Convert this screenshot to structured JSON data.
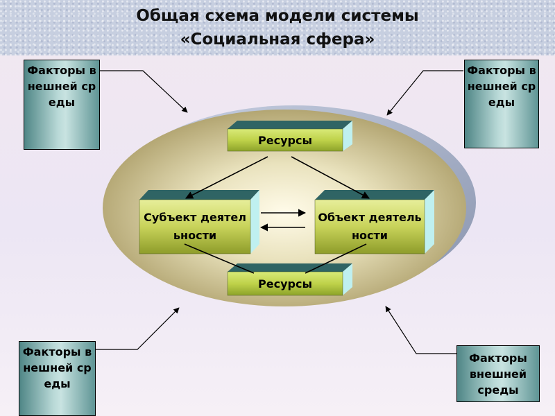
{
  "title": {
    "line1": "Общая схема модели системы",
    "line2": "«Социальная сфера»"
  },
  "factors": {
    "top_left": "Факторы внешней среды",
    "top_right": "Факторы внешней среды",
    "bottom_left": "Факторы внешней среды",
    "bottom_right": "Факторы внешней среды"
  },
  "nodes": {
    "resources_top": "Ресурсы",
    "resources_bottom": "Ресурсы",
    "subject": "Субъект деятельности",
    "object": "Объект деятельности"
  },
  "colors": {
    "factor_teal": "#4f8686",
    "block_green": "#c4cf58",
    "block_top": "#3b6e6e",
    "block_side": "#bff0f0",
    "ellipse_rim": "#9fa8bd",
    "ellipse_fill": "#b8ad7a"
  }
}
